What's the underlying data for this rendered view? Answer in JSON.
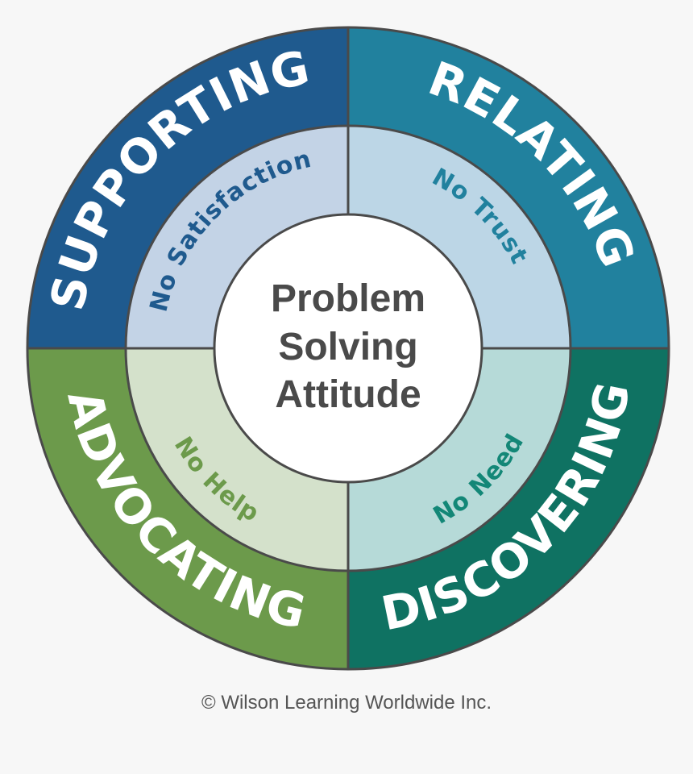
{
  "diagram": {
    "center": {
      "lines": [
        "Problem",
        "Solving",
        "Attitude"
      ]
    },
    "quadrants": [
      {
        "id": "supporting",
        "outer_label": "SUPPORTING",
        "inner_label": "No Satisfaction",
        "outer_color": "#1f5a8e",
        "inner_color": "#c3d3e6",
        "inner_text_color": "#1f5a8e"
      },
      {
        "id": "relating",
        "outer_label": "RELATING",
        "inner_label": "No Trust",
        "outer_color": "#21819e",
        "inner_color": "#bcd6e6",
        "inner_text_color": "#21819e"
      },
      {
        "id": "discovering",
        "outer_label": "DISCOVERING",
        "inner_label": "No Need",
        "outer_color": "#0f7262",
        "inner_color": "#b6dad8",
        "inner_text_color": "#138777"
      },
      {
        "id": "advocating",
        "outer_label": "ADVOCATING",
        "inner_label": "No Help",
        "outer_color": "#6c9a4b",
        "inner_color": "#d4e1cb",
        "inner_text_color": "#6c9a4b"
      }
    ]
  },
  "footer": {
    "copyright": "© Wilson Learning Worldwide Inc."
  }
}
